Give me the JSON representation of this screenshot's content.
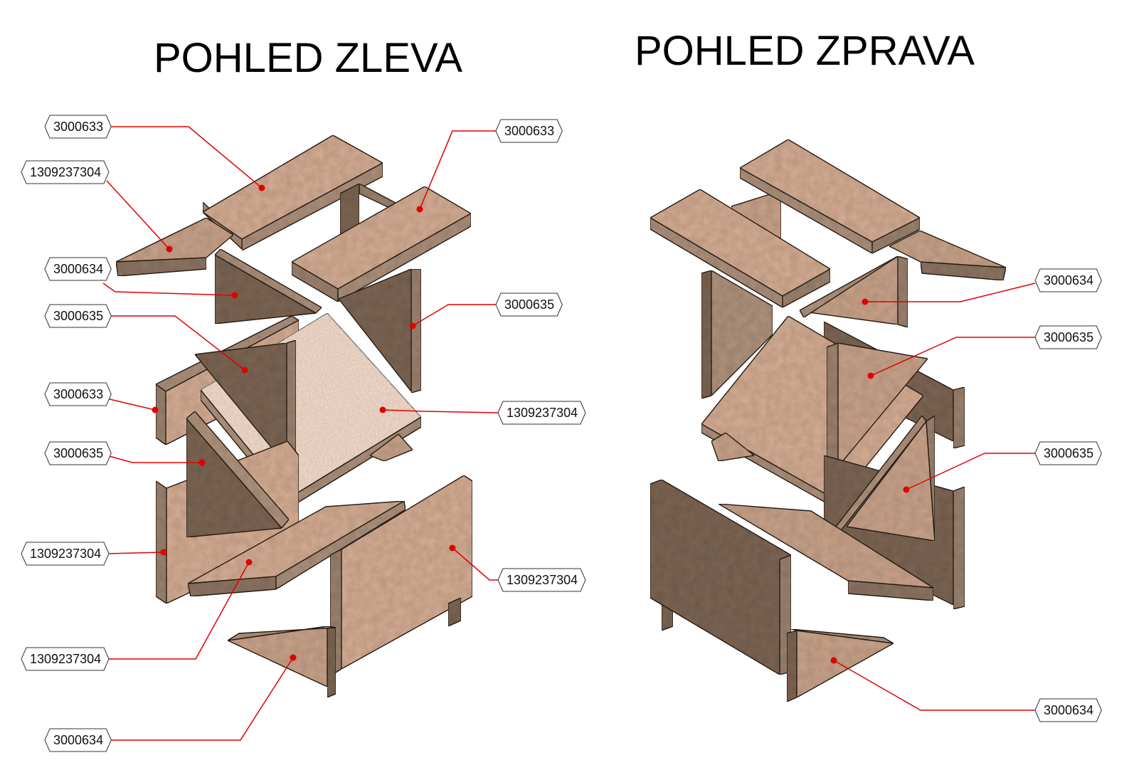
{
  "titles": {
    "left": "POHLED ZLEVA",
    "right": "POHLED ZPRAVA"
  },
  "colors": {
    "top_face": "#d5ad94",
    "side_face": "#ac907c",
    "dark_face": "#7d6553",
    "leader": "#e00000"
  },
  "labels": {
    "left": [
      {
        "id": "l1",
        "text": "3000633"
      },
      {
        "id": "l2",
        "text": "1309237304"
      },
      {
        "id": "l3",
        "text": "3000634"
      },
      {
        "id": "l4",
        "text": "3000635"
      },
      {
        "id": "l5",
        "text": "3000633"
      },
      {
        "id": "l6",
        "text": "3000635"
      },
      {
        "id": "l7",
        "text": "1309237304"
      },
      {
        "id": "l8",
        "text": "1309237304"
      },
      {
        "id": "l9",
        "text": "3000634"
      },
      {
        "id": "l10",
        "text": "3000633"
      },
      {
        "id": "l11",
        "text": "3000635"
      },
      {
        "id": "l12",
        "text": "1309237304"
      },
      {
        "id": "l13",
        "text": "1309237304"
      }
    ],
    "right": [
      {
        "id": "r1",
        "text": "3000634"
      },
      {
        "id": "r2",
        "text": "3000635"
      },
      {
        "id": "r3",
        "text": "3000635"
      },
      {
        "id": "r4",
        "text": "3000634"
      }
    ]
  }
}
